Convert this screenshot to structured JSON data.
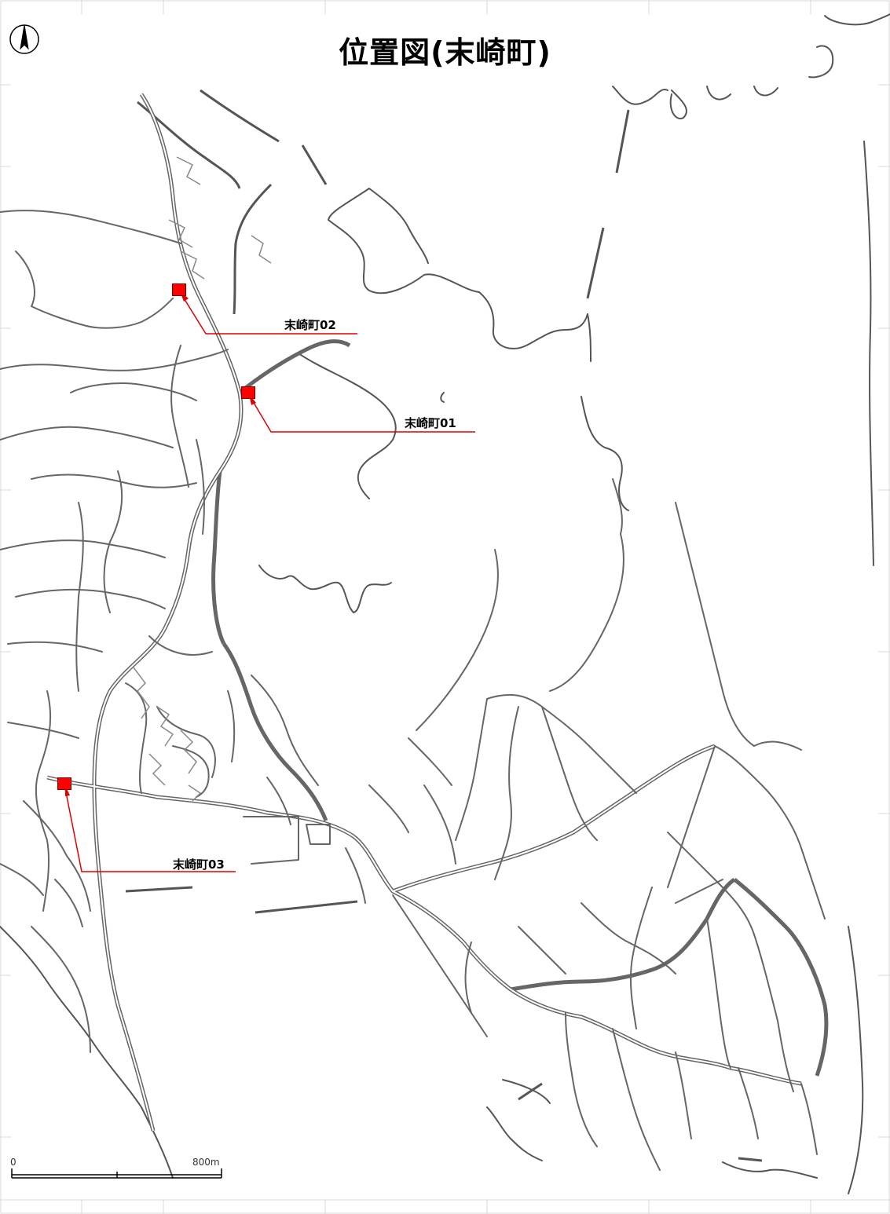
{
  "title": "位置図(末崎町)",
  "markers": [
    {
      "id": "02",
      "label": "末崎町02"
    },
    {
      "id": "01",
      "label": "末崎町01"
    },
    {
      "id": "03",
      "label": "末崎町03"
    }
  ],
  "scale_bar": {
    "start_label": "0",
    "end_label": "800m"
  },
  "colors": {
    "marker": "#ff0000",
    "leader": "#e00000",
    "road": "#555555",
    "grid": "#d9d9d9"
  },
  "icons": {
    "north_arrow": "north-arrow-icon"
  }
}
